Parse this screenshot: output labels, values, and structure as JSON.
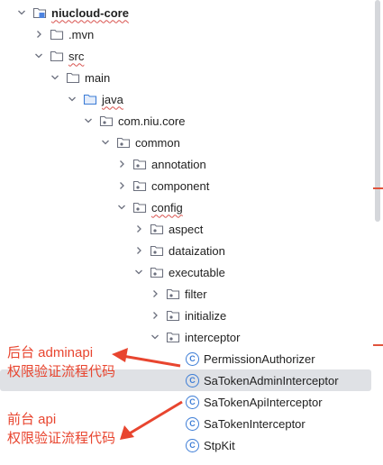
{
  "tree": {
    "root": "niucloud-core",
    "mvn": ".mvn",
    "src": "src",
    "main": "main",
    "java": "java",
    "pkg": "com.niu.core",
    "common": "common",
    "annotation": "annotation",
    "component": "component",
    "config": "config",
    "aspect": "aspect",
    "dataization": "dataization",
    "executable": "executable",
    "filter": "filter",
    "initialize": "initialize",
    "interceptor": "interceptor",
    "permission_authorizer": "PermissionAuthorizer",
    "satoken_admin_interceptor": "SaTokenAdminInterceptor",
    "satoken_api_interceptor": "SaTokenApiInterceptor",
    "satoken_interceptor": "SaTokenInterceptor",
    "stpkit": "StpKit"
  },
  "class_icon_letter": "C",
  "annotations": {
    "admin_line1": "后台 adminapi",
    "admin_line2": "权限验证流程代码",
    "api_line1": "前台 api",
    "api_line2": "权限验证流程代码"
  },
  "colors": {
    "annotation": "#e8452f",
    "class_icon": "#3d7dd6",
    "selection": "#dfe1e5",
    "folder_stroke": "#6c707e"
  }
}
